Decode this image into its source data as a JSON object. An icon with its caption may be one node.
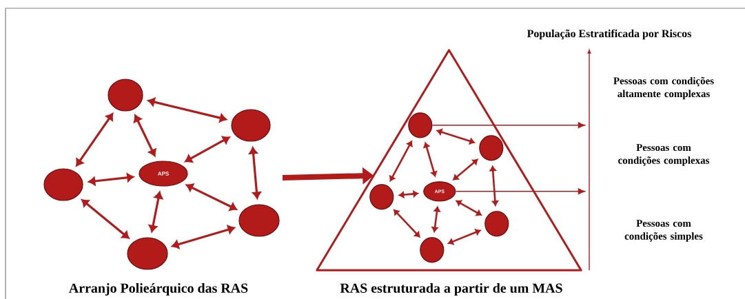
{
  "diagram": {
    "nodes": [
      {
        "text": [],
        "shape": "circle"
      },
      {
        "text": [],
        "shape": "circle"
      },
      {
        "text": [],
        "shape": "circle"
      },
      {
        "text": [
          "APS"
        ]
      },
      {
        "text": [],
        "shape": "circle"
      },
      {
        "text": [],
        "shape": "circle"
      },
      {
        "text": [],
        "shape": "triangle"
      },
      {
        "text": [],
        "shape": "circle",
        "in": 6
      },
      {
        "text": [],
        "shape": "circle",
        "in": 6
      },
      {
        "text": [],
        "shape": "circle",
        "in": 6
      },
      {
        "text": [
          "APS"
        ],
        "in": 6
      },
      {
        "text": [],
        "shape": "circle",
        "in": 6
      },
      {
        "text": [],
        "shape": "circle",
        "in": 6
      },
      {
        "text": [],
        "shape": "bar"
      }
    ],
    "edges": [
      {
        "from": 0,
        "to": 1,
        "arrow": "both"
      },
      {
        "from": 0,
        "to": 2,
        "arrow": "both"
      },
      {
        "from": 0,
        "to": 3,
        "arrow": "both"
      },
      {
        "from": 1,
        "to": 3,
        "arrow": "both"
      },
      {
        "from": 1,
        "to": 4,
        "arrow": "both"
      },
      {
        "from": 2,
        "to": 3,
        "arrow": "both"
      },
      {
        "from": 2,
        "to": 5,
        "arrow": "both"
      },
      {
        "from": 3,
        "to": 4,
        "arrow": "both"
      },
      {
        "from": 3,
        "to": 5,
        "arrow": "both"
      },
      {
        "from": 5,
        "to": 4,
        "arrow": "both"
      },
      {
        "from": null,
        "to": 6,
        "arrow": "to",
        "style": "thick"
      },
      {
        "from": 7,
        "to": 8,
        "arrow": "both"
      },
      {
        "from": 7,
        "to": 9,
        "arrow": "both"
      },
      {
        "from": 7,
        "to": 10,
        "arrow": "both"
      },
      {
        "from": 8,
        "to": 10,
        "arrow": "both"
      },
      {
        "from": 8,
        "to": 11,
        "arrow": "both"
      },
      {
        "from": 9,
        "to": 10,
        "arrow": "both"
      },
      {
        "from": 9,
        "to": 12,
        "arrow": "both"
      },
      {
        "from": 10,
        "to": 11,
        "arrow": "both"
      },
      {
        "from": 10,
        "to": 12,
        "arrow": "both"
      },
      {
        "from": 12,
        "to": 11,
        "arrow": "both"
      },
      {
        "from": 7,
        "to": 13,
        "arrow": "to"
      },
      {
        "from": 10,
        "to": 13,
        "arrow": "to"
      }
    ],
    "labels": [
      "População Estratificada por Riscos",
      "Pessoas com condições altamente complexas",
      "Pessoas com condições complexas",
      "Pessoas com condições simples",
      "Arranjo Polieárquico das RAS",
      "RAS estruturada a partir de um MAS"
    ]
  }
}
